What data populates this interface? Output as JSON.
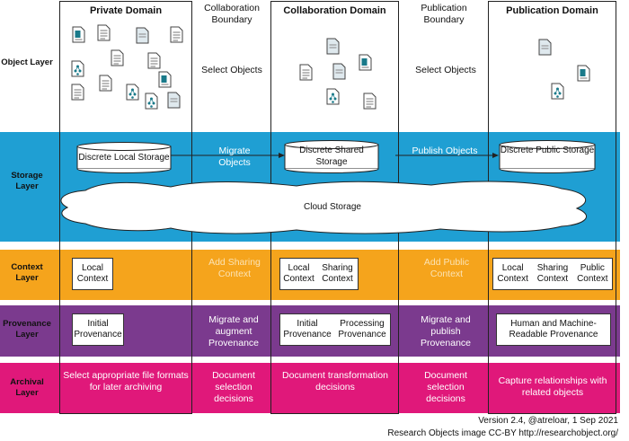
{
  "headers": {
    "private": "Private Domain",
    "collab_boundary": "Collaboration Boundary",
    "collab": "Collaboration Domain",
    "pub_boundary": "Publication Boundary",
    "pub": "Publication Domain"
  },
  "rows": {
    "object": "Object Layer",
    "storage": "Storage Layer",
    "context": "Context Layer",
    "provenance": "Provenance Layer",
    "archival": "Archival Layer"
  },
  "object_layer": {
    "select_collab": "Select Objects",
    "select_pub": "Select Objects"
  },
  "storage_layer": {
    "local": "Discrete Local Storage",
    "migrate": "Migrate Objects",
    "shared": "Discrete Shared Storage",
    "publish": "Publish Objects",
    "public": "Discrete Public Storage",
    "cloud": "Cloud Storage"
  },
  "context_layer": {
    "local_private": "Local Context",
    "add_sharing": "Add Sharing Context",
    "local_collab": "Local Context",
    "sharing_collab": "Sharing Context",
    "add_public": "Add Public Context",
    "local_pub": "Local Context",
    "sharing_pub": "Sharing Context",
    "public_pub": "Public Context"
  },
  "provenance_layer": {
    "initial_private": "Initial Provenance",
    "migrate_augment": "Migrate and augment Provenance",
    "initial_collab": "Initial Provenance",
    "processing": "Processing Provenance",
    "migrate_publish": "Migrate and publish Provenance",
    "human_machine": "Human and Machine-Readable  Provenance"
  },
  "archival_layer": {
    "private": "Select appropriate file formats for later archiving",
    "boundary1": "Document selection decisions",
    "collab": "Document transformation decisions",
    "boundary2": "Document selection decisions",
    "pub": "Capture relationships with related objects"
  },
  "footer": {
    "line1": "Version 2.4, @atreloar, 1 Sep 2021",
    "line2": "Research Objects image CC-BY  http://researchobject.org/"
  },
  "colors": {
    "storage": "#1F9FD3",
    "context": "#F5A41C",
    "provenance": "#7B3A8E",
    "archival": "#E0187A"
  },
  "icons": {
    "document": "document-icon",
    "network": "network-document-icon",
    "data": "data-document-icon"
  }
}
